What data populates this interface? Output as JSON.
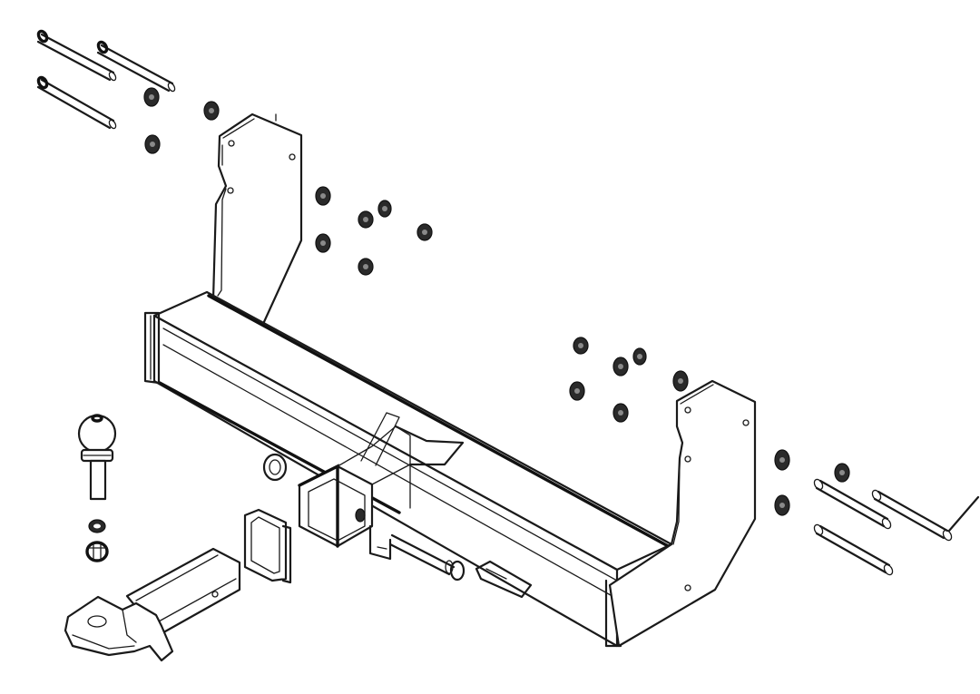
{
  "diagram": {
    "type": "exploded-view line drawing",
    "subject": "Towbar / trailer hitch assembly",
    "background_color": "#ffffff",
    "line_color": "#1a1a1a",
    "components": [
      {
        "id": "crossbar",
        "label": "Main crossbar (square tube)"
      },
      {
        "id": "left-bracket",
        "label": "Left mounting bracket"
      },
      {
        "id": "right-bracket",
        "label": "Right mounting bracket"
      },
      {
        "id": "receiver",
        "label": "Square receiver hitch"
      },
      {
        "id": "receiver-cover",
        "label": "Receiver cover plate"
      },
      {
        "id": "ball-mount",
        "label": "Ball mount / drawbar tongue"
      },
      {
        "id": "tow-ball",
        "label": "Tow ball"
      },
      {
        "id": "washer",
        "label": "Washer"
      },
      {
        "id": "ball-nut",
        "label": "Ball nut"
      },
      {
        "id": "hitch-pin",
        "label": "Hitch pin and clip"
      },
      {
        "id": "spacer",
        "label": "Spacer"
      },
      {
        "id": "bolts-left",
        "label": "Long bolts (left, x3)"
      },
      {
        "id": "bolts-right",
        "label": "Long bolts (right, x3)"
      },
      {
        "id": "nuts",
        "label": "Nuts and washers"
      }
    ],
    "visible_text": []
  }
}
